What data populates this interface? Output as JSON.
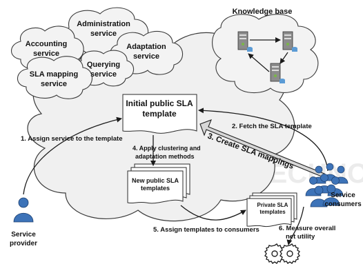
{
  "services": {
    "administration": [
      "Administration",
      "service"
    ],
    "accounting": [
      "Accounting",
      "service"
    ],
    "adaptation": [
      "Adaptation",
      "service"
    ],
    "querying": [
      "Querying",
      "service"
    ],
    "sla_mapping": [
      "SLA mapping",
      "service"
    ]
  },
  "knowledge_base": "Knowledge base",
  "documents": {
    "initial_template": [
      "Initial public SLA",
      "template"
    ],
    "new_templates": [
      "New public SLA",
      "templates"
    ],
    "private_templates": [
      "Private SLA",
      "templates"
    ]
  },
  "steps": {
    "step1": "1. Assign service to the template",
    "step2": "2. Fetch the SLA template",
    "step3": "3. Create SLA mappings",
    "step4": [
      "4. Apply clustering and",
      "adaptation methods"
    ],
    "step5": "5. Assign templates to consumers",
    "step6": [
      "6. Measure overall",
      "net utility"
    ]
  },
  "actors": {
    "provider": [
      "Service",
      "provider"
    ],
    "consumers": [
      "Service",
      "consumers"
    ]
  },
  "watermark": "SCIENCE AND TECHNOLOGY",
  "colors": {
    "person_blue": "#3d73b8",
    "server_grey": "#8c8c8c",
    "server_green": "#7ab648",
    "database_blue": "#5b9bd5"
  }
}
